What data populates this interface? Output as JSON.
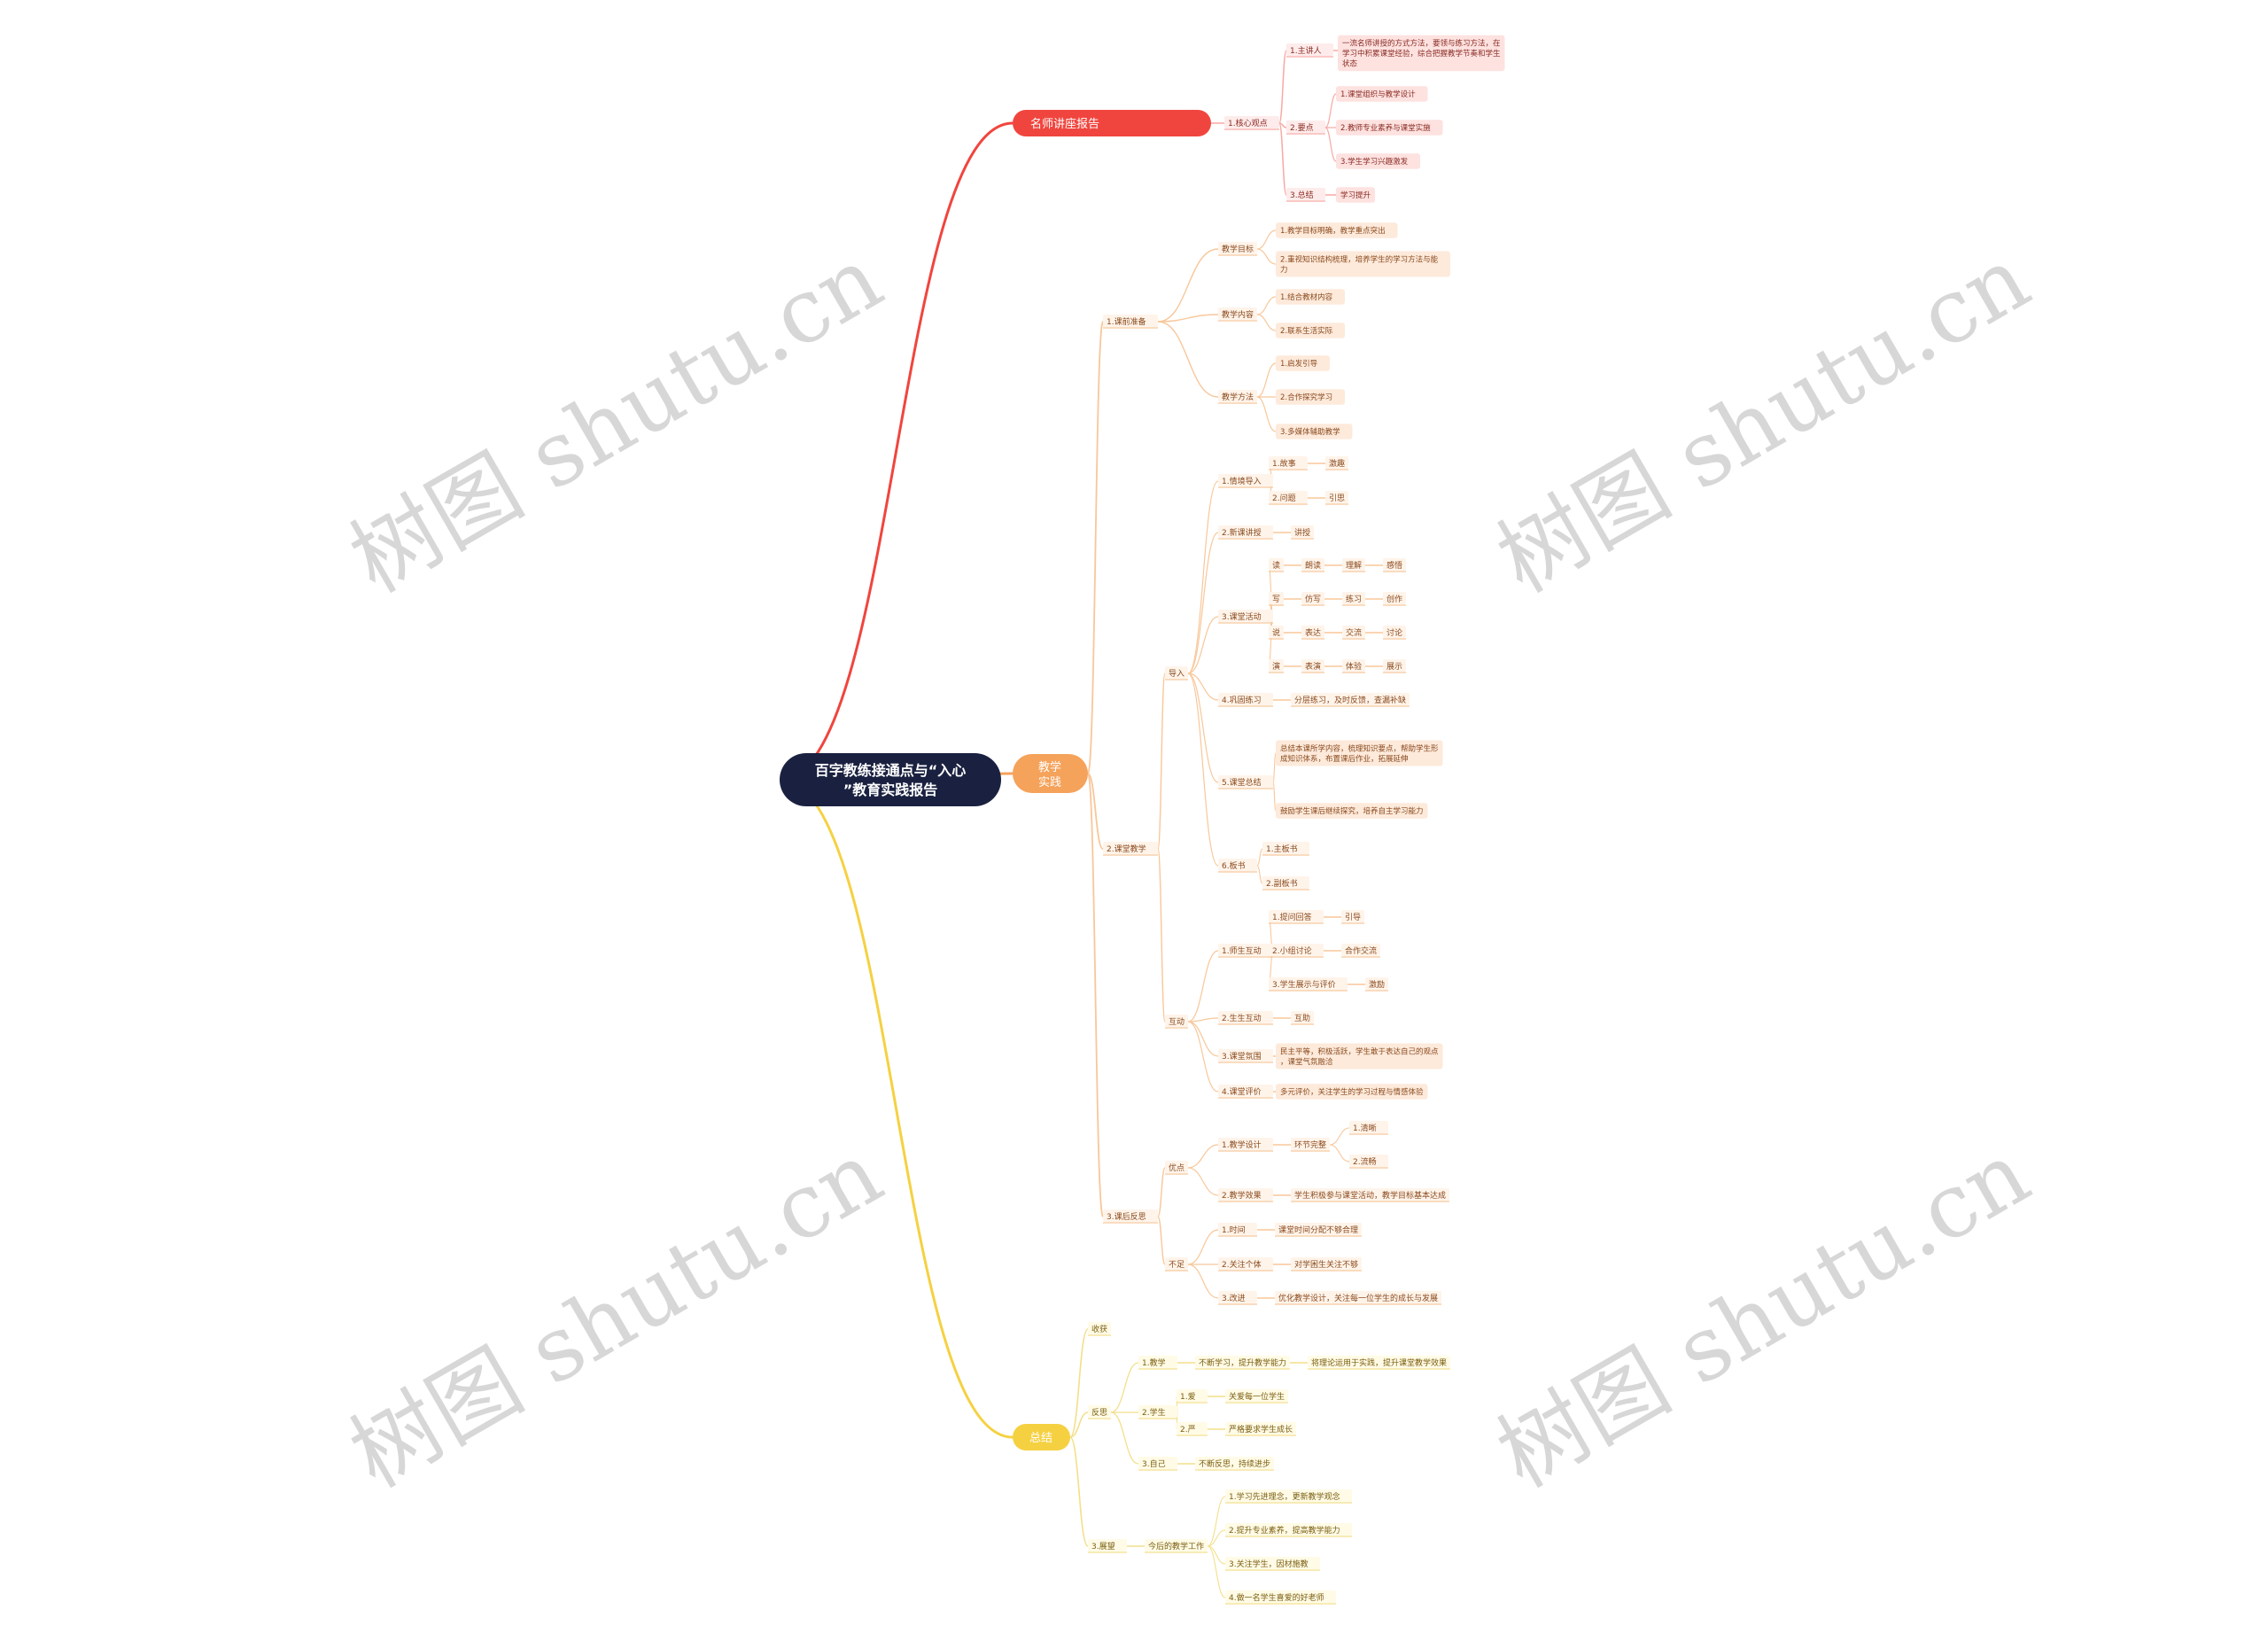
{
  "root": {
    "text": "百字教练接通点与“入心”教育实践报告"
  },
  "branches": {
    "b1": {
      "label": "名师讲座报告",
      "color": "#f0453e",
      "children": {
        "c1": {
          "label": "1.核心观点",
          "children": {
            "d1": {
              "label": "1.主讲人",
              "children": {
                "e1": {
                  "label": "一流名师讲授的方式方法，要领与练习方法，在学习中积累课堂经验，综合把握教学节奏和学生状态"
                }
              }
            },
            "d2": {
              "label": "2.要点",
              "children": {
                "e1": {
                  "label": "1.课堂组织与教学设计"
                },
                "e2": {
                  "label": "2.教师专业素养与课堂实施"
                },
                "e3": {
                  "label": "3.学生学习兴趣激发"
                }
              }
            },
            "d3": {
              "label": "3.总结",
              "children": {
                "e1": {
                  "label": "学习提升"
                }
              }
            }
          }
        }
      }
    },
    "b2": {
      "label": "教学实践",
      "color": "#f5a25a",
      "children": {
        "c1": {
          "label": "1.课前准备",
          "children": {
            "d1": {
              "label": "教学目标",
              "children": {
                "e1": {
                  "label": "1.教学目标明确，教学重点突出"
                },
                "e2": {
                  "label": "2.重视知识结构梳理，培养学生的学习方法与能力"
                }
              }
            },
            "d2": {
              "label": "教学内容",
              "children": {
                "e1": {
                  "label": "1.结合教材内容"
                },
                "e2": {
                  "label": "2.联系生活实际"
                }
              }
            },
            "d3": {
              "label": "教学方法",
              "children": {
                "e1": {
                  "label": "1.启发引导"
                },
                "e2": {
                  "label": "2.合作探究学习"
                },
                "e3": {
                  "label": "3.多媒体辅助教学"
                }
              }
            }
          }
        },
        "c2": {
          "label": "2.课堂教学",
          "children": {
            "d1": {
              "label": "导入",
              "children": {
                "e1": {
                  "label": "1.情境导入",
                  "children": {
                    "f1": {
                      "label": "1.故事",
                      "items": [
                        "激趣"
                      ]
                    },
                    "f2": {
                      "label": "2.问题",
                      "items": [
                        "引思"
                      ]
                    }
                  }
                },
                "e2": {
                  "label": "2.新课讲授",
                  "items": [
                    "讲授"
                  ]
                },
                "e3": {
                  "label": "3.课堂活动",
                  "children": {
                    "f1": {
                      "label": "读",
                      "items": [
                        "朗读",
                        "理解",
                        "感悟"
                      ]
                    },
                    "f2": {
                      "label": "写",
                      "items": [
                        "仿写",
                        "练习",
                        "创作"
                      ]
                    },
                    "f3": {
                      "label": "说",
                      "items": [
                        "表达",
                        "交流",
                        "讨论"
                      ]
                    },
                    "f4": {
                      "label": "演",
                      "items": [
                        "表演",
                        "体验",
                        "展示"
                      ]
                    }
                  }
                },
                "e4": {
                  "label": "4.巩固练习",
                  "items": [
                    "分层练习，及时反馈，查漏补缺"
                  ]
                },
                "e5": {
                  "label": "5.课堂总结",
                  "children": {
                    "f1": {
                      "label": "总结本课所学内容，梳理知识要点，帮助学生形成知识体系，布置课后作业，拓展延伸"
                    },
                    "f2": {
                      "label": "鼓励学生课后继续探究，培养自主学习能力"
                    }
                  }
                },
                "e6": {
                  "label": "6.板书",
                  "children": {
                    "f1": {
                      "label": "1.主板书"
                    },
                    "f2": {
                      "label": "2.副板书"
                    }
                  }
                }
              }
            },
            "d2": {
              "label": "互动",
              "children": {
                "e1": {
                  "label": "1.师生互动",
                  "children": {
                    "f1": {
                      "label": "1.提问回答",
                      "items": [
                        "引导"
                      ]
                    },
                    "f2": {
                      "label": "2.小组讨论",
                      "items": [
                        "合作交流"
                      ]
                    },
                    "f3": {
                      "label": "3.学生展示与评价",
                      "items": [
                        "激励"
                      ]
                    }
                  }
                },
                "e2": {
                  "label": "2.生生互动",
                  "items": [
                    "互助"
                  ]
                },
                "e3": {
                  "label": "3.课堂氛围",
                  "items": [
                    "民主平等，积极活跃，学生敢于表达自己的观点，课堂气氛融洽"
                  ]
                },
                "e4": {
                  "label": "4.课堂评价",
                  "items": [
                    "多元评价，关注学生的学习过程与情感体验"
                  ]
                }
              }
            }
          }
        },
        "c3": {
          "label": "3.课后反思",
          "children": {
            "d1": {
              "label": "优点",
              "children": {
                "e1": {
                  "label": "1.教学设计",
                  "items": [
                    "环节完整"
                  ],
                  "children": {
                    "f1": {
                      "label": "1.清晰"
                    },
                    "f2": {
                      "label": "2.流畅"
                    }
                  }
                },
                "e2": {
                  "label": "2.教学效果",
                  "items": [
                    "学生积极参与课堂活动，教学目标基本达成"
                  ]
                }
              }
            },
            "d2": {
              "label": "不足",
              "children": {
                "e1": {
                  "label": "1.时间",
                  "items": [
                    "课堂时间分配不够合理"
                  ]
                },
                "e2": {
                  "label": "2.关注个体",
                  "items": [
                    "对学困生关注不够"
                  ]
                },
                "e3": {
                  "label": "3.改进",
                  "items": [
                    "优化教学设计，关注每一位学生的成长与发展"
                  ]
                }
              }
            }
          }
        }
      }
    },
    "b3": {
      "label": "总结",
      "color": "#f5d142",
      "children": {
        "c1": {
          "label": "收获"
        },
        "c2": {
          "label": "反思",
          "children": {
            "d1": {
              "label": "1.教学",
              "items": [
                "不断学习，提升教学能力",
                "将理论运用于实践，提升课堂教学效果"
              ]
            },
            "d2": {
              "label": "2.学生",
              "children": {
                "e1": {
                  "label": "1.爱",
                  "items": [
                    "关爱每一位学生"
                  ]
                },
                "e2": {
                  "label": "2.严",
                  "items": [
                    "严格要求学生成长"
                  ]
                }
              }
            },
            "d3": {
              "label": "3.自己",
              "items": [
                "不断反思，持续进步"
              ]
            }
          }
        },
        "c3": {
          "label": "3.展望",
          "items": [
            "今后的教学工作"
          ],
          "children": {
            "d1": {
              "label": "1.学习先进理念，更新教学观念"
            },
            "d2": {
              "label": "2.提升专业素养，提高教学能力"
            },
            "d3": {
              "label": "3.关注学生，因材施教"
            },
            "d4": {
              "label": "4.做一名学生喜爱的好老师"
            }
          }
        }
      }
    }
  },
  "watermarks": [
    "树图 shutu.cn",
    "树图 shutu.cn",
    "树图 shutu.cn",
    "树图 shutu.cn"
  ]
}
